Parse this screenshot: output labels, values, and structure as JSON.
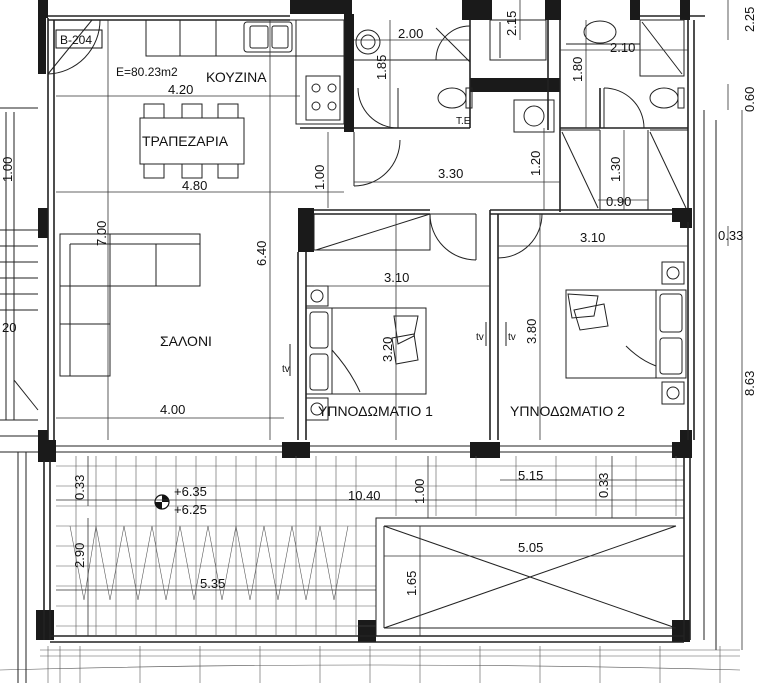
{
  "unit_code": "B-204",
  "area": "E=80.23m2",
  "rooms": {
    "kitchen": "ΚΟΥΖΙΝΑ",
    "dining": "ΤΡΑΠΕΖΑΡΙΑ",
    "living": "ΣΑΛΟΝΙ",
    "bedroom1": "ΥΠΝΟΔΩΜΑΤΙΟ 1",
    "bedroom2": "ΥΠΝΟΔΩΜΑΤΙΟ 2",
    "wc": "Τ.Ε"
  },
  "tv_label": "tv",
  "levels": [
    "+6.35",
    "+6.25"
  ],
  "dimensions": {
    "kitchen_width": "4.20",
    "dining_width": "4.80",
    "living_width": "4.00",
    "living_height_a": "7.00",
    "living_height_b": "6.40",
    "corridor_door": "1.00",
    "bath_width": "2.00",
    "bath_depth": "1.85",
    "top_small": "2.15",
    "top_right": "2.25",
    "bath2_width": "2.10",
    "bath2_depth": "1.80",
    "right_060": "0.60",
    "hall_width": "3.30",
    "hall_depth": "1.20",
    "closet_depth": "1.30",
    "closet_width": "0.90",
    "bed1_width": "3.10",
    "bed1_depth": "3.20",
    "bed2_width": "3.10",
    "bed2_depth": "3.80",
    "right_033": "0.33",
    "right_863": "8.63",
    "left_033": "0.33",
    "left_120": "20",
    "left_100": "1.00",
    "terrace_total": "10.40",
    "terrace_right": "5.15",
    "terrace_mid_100": "1.00",
    "terrace_mid_033": "0.33",
    "terrace_left_depth": "2.90",
    "terrace_left_width": "5.35",
    "pergola_width": "5.05",
    "pergola_depth": "1.65"
  }
}
